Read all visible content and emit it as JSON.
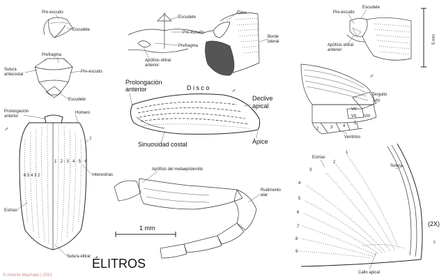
{
  "title": "ÉLITROS",
  "credit": "© Antonio Machado | 2010",
  "female_symbol": "♀",
  "male_symbol": "♂",
  "top_left": {
    "pre_escudo": "Pre-escudo",
    "escudete": "Escudete"
  },
  "prefragma": {
    "prefragma": "Prefragma",
    "sutura_antecostal": [
      "Sutura",
      "antecostal"
    ],
    "pre_escudo": "Pre-escudo",
    "escudete": "Escudete"
  },
  "elytra_view": {
    "prolongacion_anterior": [
      "Prolongación",
      "anterior"
    ],
    "humero": "Húmero",
    "seven": "7",
    "left_numbers": "6 5 4 3 2",
    "right_numbers": "1 · 2 · 3 · 4 · 5 · 6",
    "interestrias": "Interestrías",
    "estrias": "Estrías",
    "sutura_elitral": "Sutura elitral"
  },
  "top_center": {
    "escudete": "Escudete",
    "pre_escudo": "Pre-escudo",
    "prefragma": "Prefragma",
    "apofisis_elitral": [
      "Apófisis elitral",
      "anterior"
    ],
    "elitro": "Élitro",
    "borde_lateral": [
      "Borde",
      "lateral"
    ]
  },
  "side_elytron": {
    "prolongacion_anterior": [
      "Prolongación",
      "anterior"
    ],
    "disco": "D i s c o",
    "declive_apical": [
      "Declive",
      "apical"
    ],
    "sinuosidad_costal": "Sinuosidad costal",
    "apice": "Ápice"
  },
  "wing": {
    "apofisis_metaepisternito": "Apófisis del metaepisternito",
    "rudimento_alar": [
      "Rudimento",
      "alar"
    ],
    "scale": "1 mm"
  },
  "top_right": {
    "pre_escudo": "Pre-escudo",
    "escudete": "Escudete",
    "apofisis_elitral": [
      "Apófisis elitral",
      "anterior"
    ],
    "scale": "5 mm"
  },
  "abdomen": {
    "terguito": "Terguito",
    "viii": "VIII",
    "vii_a": "VII",
    "vii_b": "VII",
    "viii_b": "VIII",
    "sternites": [
      "2",
      "3",
      "4",
      "5"
    ],
    "ventritos": "Ventritos"
  },
  "female_apex": {
    "estrias": "Estrías",
    "stria_numbers": [
      "1",
      "2",
      "3",
      "4",
      "5",
      "6",
      "7",
      "8",
      "9"
    ],
    "sutura": "Sutura",
    "callo_apical": "Callo apical",
    "magnification": "(2X)"
  }
}
